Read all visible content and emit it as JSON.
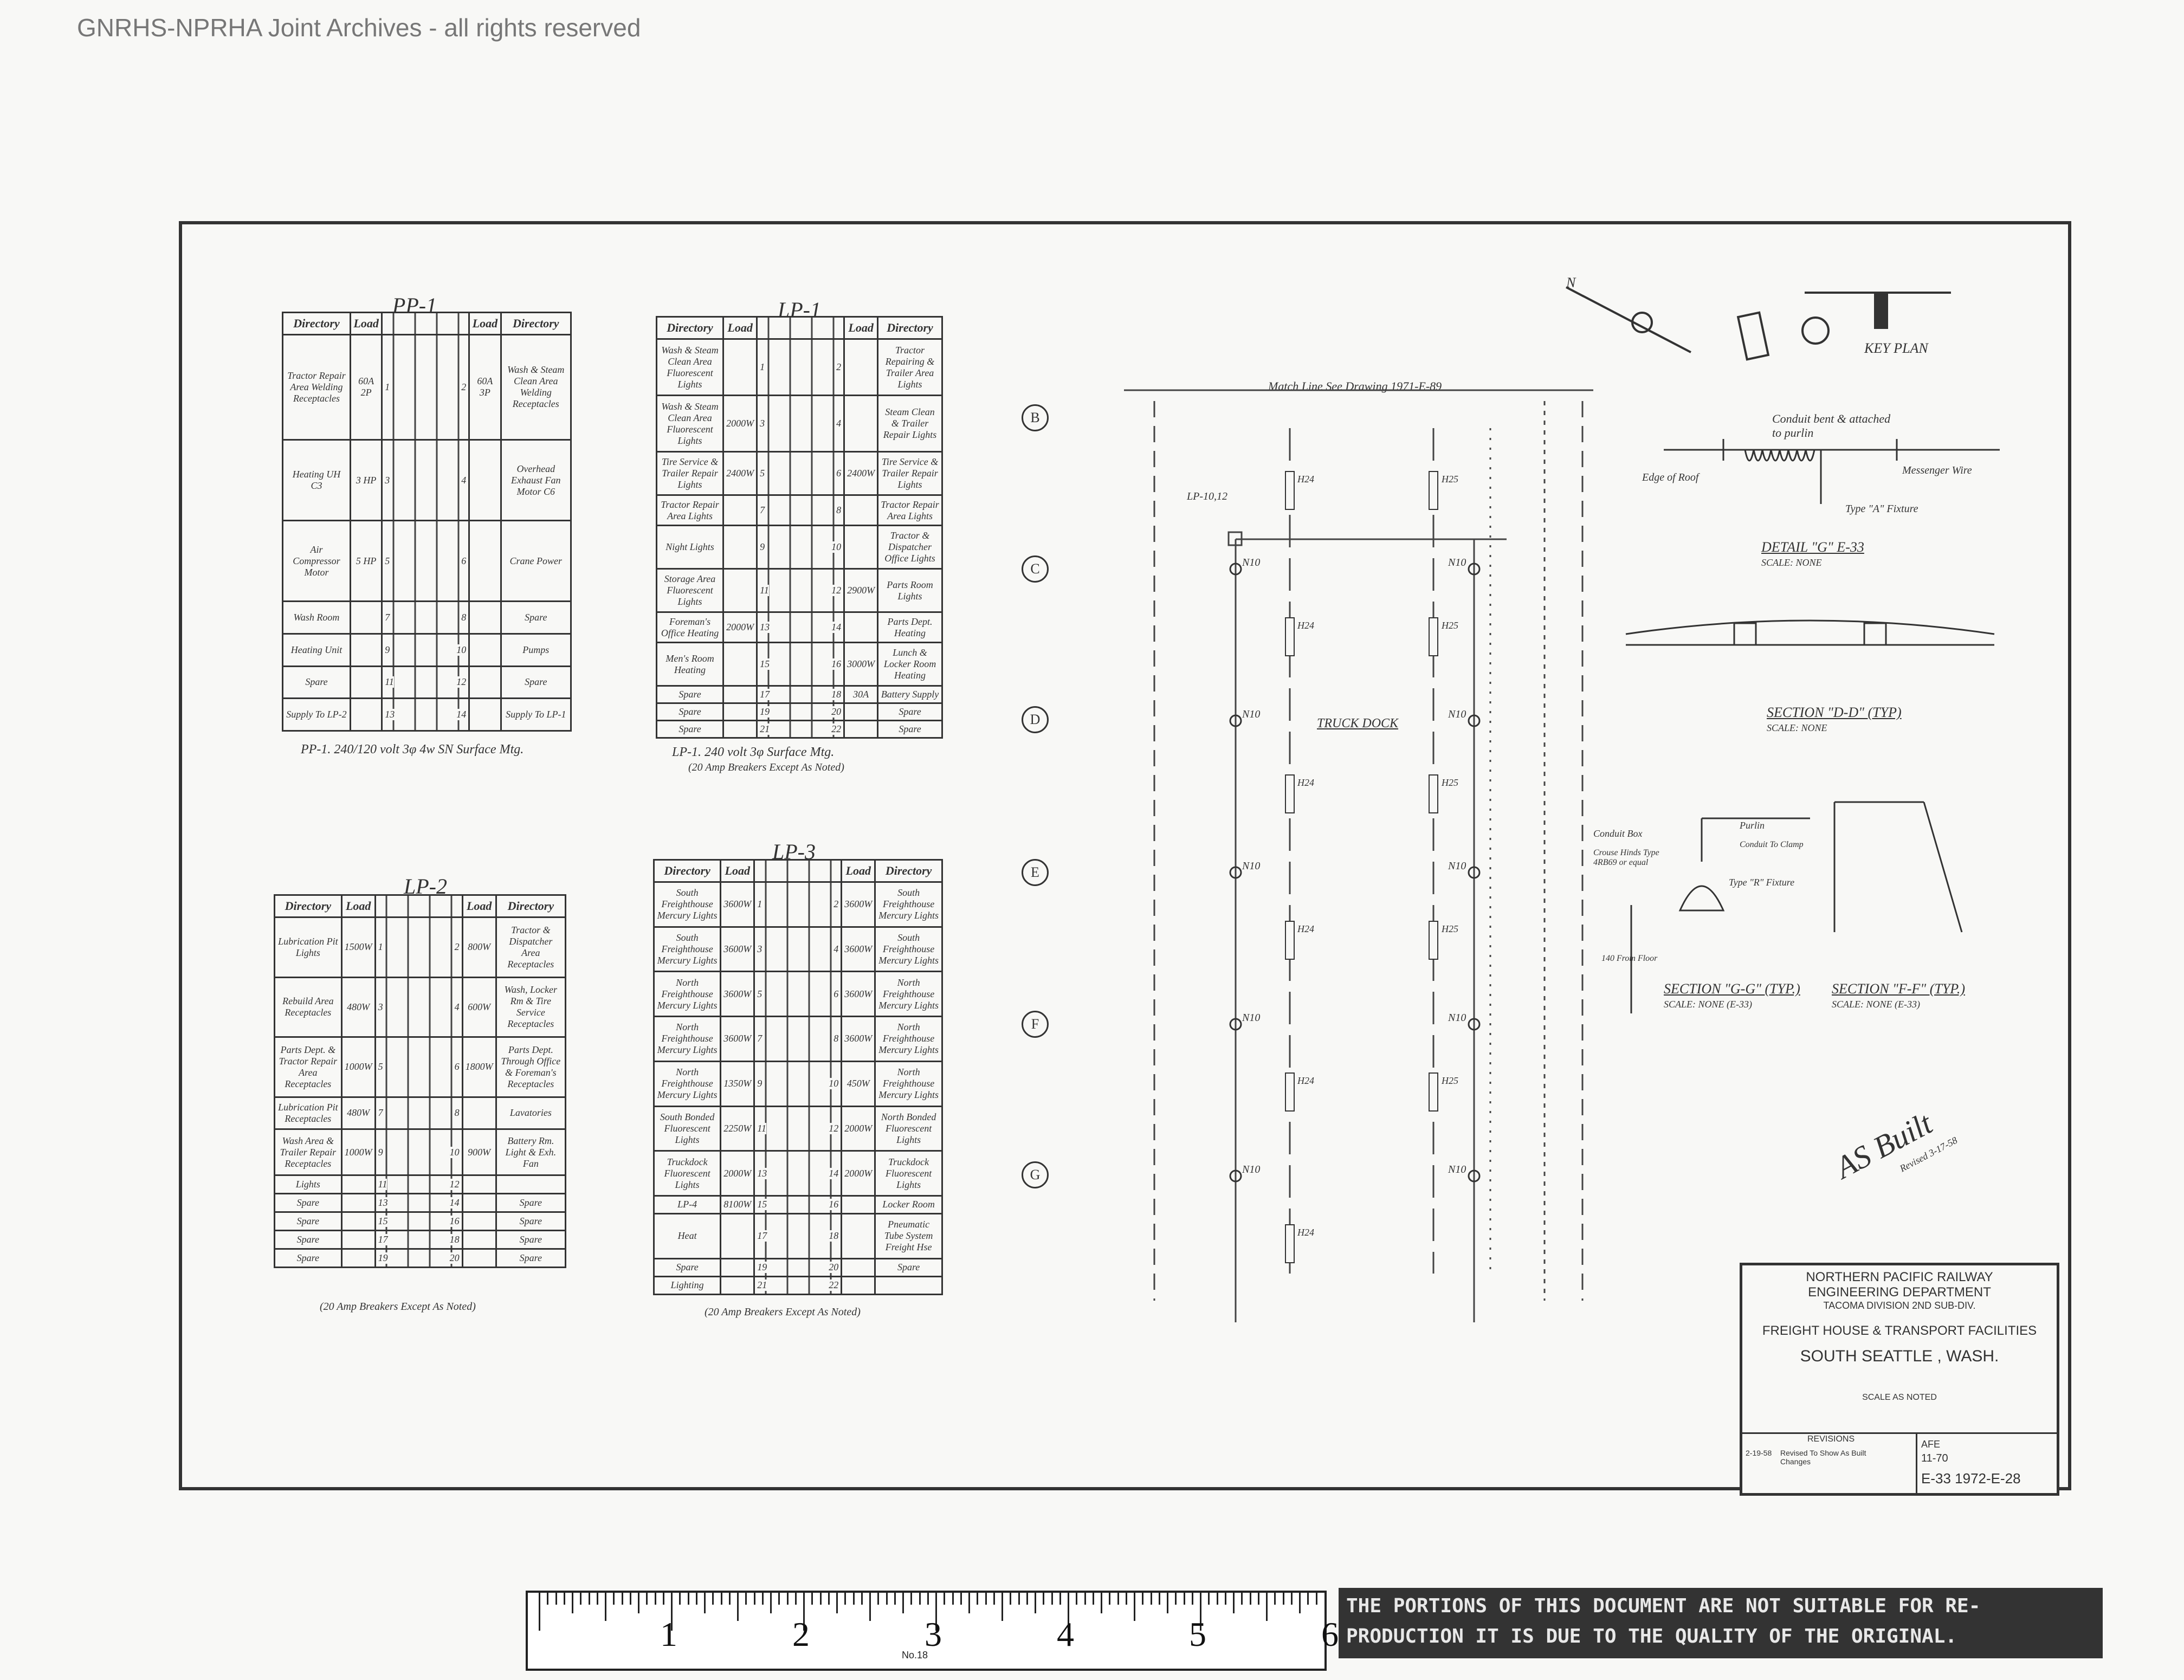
{
  "header": {
    "watermark": "GNRHS-NPRHA Joint Archives - all rights reserved"
  },
  "panels": {
    "pp1": {
      "title": "PP-1",
      "caption": "PP-1. 240/120 volt 3φ 4w SN Surface Mtg.",
      "headers": [
        "Directory",
        "Load",
        "Load",
        "Directory"
      ],
      "rows": [
        {
          "ld": "Tractor Repair Area Welding Receptacles",
          "l1": "60A 2P",
          "n1": "1",
          "n2": "2",
          "l2": "60A 3P",
          "rd": "Wash & Steam Clean Area Welding Receptacles"
        },
        {
          "ld": "Heating UH C3",
          "l1": "3 HP",
          "n1": "3",
          "n2": "4",
          "l2": "",
          "rd": "Overhead Exhaust Fan Motor C6"
        },
        {
          "ld": "Air Compressor Motor",
          "l1": "5 HP",
          "n1": "5",
          "n2": "6",
          "l2": "",
          "rd": "Crane Power"
        },
        {
          "ld": "Wash Room",
          "l1": "",
          "n1": "7",
          "n2": "8",
          "l2": "",
          "rd": "Spare"
        },
        {
          "ld": "Heating Unit",
          "l1": "",
          "n1": "9",
          "n2": "10",
          "l2": "",
          "rd": "Pumps"
        },
        {
          "ld": "Spare",
          "l1": "",
          "n1": "11",
          "n2": "12",
          "l2": "",
          "rd": "Spare"
        },
        {
          "ld": "Supply To LP-2",
          "l1": "",
          "n1": "13",
          "n2": "14",
          "l2": "",
          "rd": "Supply To LP-1"
        }
      ]
    },
    "lp1": {
      "title": "LP-1",
      "caption": "LP-1. 240 volt 3φ Surface Mtg.",
      "caption2": "(20 Amp Breakers Except As Noted)",
      "headers": [
        "Directory",
        "Load",
        "Load",
        "Directory"
      ],
      "rows": [
        {
          "ld": "Wash & Steam Clean Area Fluorescent Lights",
          "l1": "",
          "n1": "1",
          "n2": "2",
          "l2": "",
          "rd": "Tractor Repairing & Trailer Area Lights"
        },
        {
          "ld": "Wash & Steam Clean Area Fluorescent Lights",
          "l1": "2000W",
          "n1": "3",
          "n2": "4",
          "l2": "",
          "rd": "Steam Clean & Trailer Repair Lights"
        },
        {
          "ld": "Tire Service & Trailer Repair Lights",
          "l1": "2400W",
          "n1": "5",
          "n2": "6",
          "l2": "2400W",
          "rd": "Tire Service & Trailer Repair Lights"
        },
        {
          "ld": "Tractor Repair Area Lights",
          "l1": "",
          "n1": "7",
          "n2": "8",
          "l2": "",
          "rd": "Tractor Repair Area Lights"
        },
        {
          "ld": "Night Lights",
          "l1": "",
          "n1": "9",
          "n2": "10",
          "l2": "",
          "rd": "Tractor & Dispatcher Office Lights"
        },
        {
          "ld": "Storage Area Fluorescent Lights",
          "l1": "",
          "n1": "11",
          "n2": "12",
          "l2": "2900W",
          "rd": "Parts Room Lights"
        },
        {
          "ld": "Foreman's Office Heating",
          "l1": "2000W",
          "n1": "13",
          "n2": "14",
          "l2": "",
          "rd": "Parts Dept. Heating"
        },
        {
          "ld": "Men's Room Heating",
          "l1": "",
          "n1": "15",
          "n2": "16",
          "l2": "3000W",
          "rd": "Lunch & Locker Room Heating"
        },
        {
          "ld": "Spare",
          "l1": "",
          "n1": "17",
          "n2": "18",
          "l2": "30A",
          "rd": "Battery Supply"
        },
        {
          "ld": "Spare",
          "l1": "",
          "n1": "19",
          "n2": "20",
          "l2": "",
          "rd": "Spare"
        },
        {
          "ld": "Spare",
          "l1": "",
          "n1": "21",
          "n2": "22",
          "l2": "",
          "rd": "Spare"
        }
      ]
    },
    "lp2": {
      "title": "LP-2",
      "caption": "(20 Amp Breakers Except As Noted)",
      "headers": [
        "Directory",
        "Load",
        "Load",
        "Directory"
      ],
      "rows": [
        {
          "ld": "Lubrication Pit Lights",
          "l1": "1500W",
          "n1": "1",
          "n2": "2",
          "l2": "800W",
          "rd": "Tractor & Dispatcher Area Receptacles"
        },
        {
          "ld": "Rebuild Area Receptacles",
          "l1": "480W",
          "n1": "3",
          "n2": "4",
          "l2": "600W",
          "rd": "Wash, Locker Rm & Tire Service Receptacles"
        },
        {
          "ld": "Parts Dept. & Tractor Repair Area Receptacles",
          "l1": "1000W",
          "n1": "5",
          "n2": "6",
          "l2": "1800W",
          "rd": "Parts Dept. Through Office & Foreman's Receptacles"
        },
        {
          "ld": "Lubrication Pit Receptacles",
          "l1": "480W",
          "n1": "7",
          "n2": "8",
          "l2": "",
          "rd": "Lavatories"
        },
        {
          "ld": "Wash Area & Trailer Repair Receptacles",
          "l1": "1000W",
          "n1": "9",
          "n2": "10",
          "l2": "900W",
          "rd": "Battery Rm. Light & Exh. Fan"
        },
        {
          "ld": "Lights",
          "l1": "",
          "n1": "11",
          "n2": "12",
          "l2": "",
          "rd": ""
        },
        {
          "ld": "Spare",
          "l1": "",
          "n1": "13",
          "n2": "14",
          "l2": "",
          "rd": "Spare"
        },
        {
          "ld": "Spare",
          "l1": "",
          "n1": "15",
          "n2": "16",
          "l2": "",
          "rd": "Spare"
        },
        {
          "ld": "Spare",
          "l1": "",
          "n1": "17",
          "n2": "18",
          "l2": "",
          "rd": "Spare"
        },
        {
          "ld": "Spare",
          "l1": "",
          "n1": "19",
          "n2": "20",
          "l2": "",
          "rd": "Spare"
        }
      ]
    },
    "lp3": {
      "title": "LP-3",
      "caption": "(20 Amp Breakers Except As Noted)",
      "headers": [
        "Directory",
        "Load",
        "Load",
        "Directory"
      ],
      "rows": [
        {
          "ld": "South Freighthouse Mercury Lights",
          "l1": "3600W",
          "n1": "1",
          "n2": "2",
          "l2": "3600W",
          "rd": "South Freighthouse Mercury Lights"
        },
        {
          "ld": "South Freighthouse Mercury Lights",
          "l1": "3600W",
          "n1": "3",
          "n2": "4",
          "l2": "3600W",
          "rd": "South Freighthouse Mercury Lights"
        },
        {
          "ld": "North Freighthouse Mercury Lights",
          "l1": "3600W",
          "n1": "5",
          "n2": "6",
          "l2": "3600W",
          "rd": "North Freighthouse Mercury Lights"
        },
        {
          "ld": "North Freighthouse Mercury Lights",
          "l1": "3600W",
          "n1": "7",
          "n2": "8",
          "l2": "3600W",
          "rd": "North Freighthouse Mercury Lights"
        },
        {
          "ld": "North Freighthouse Mercury Lights",
          "l1": "1350W",
          "n1": "9",
          "n2": "10",
          "l2": "450W",
          "rd": "North Freighthouse Mercury Lights"
        },
        {
          "ld": "South Bonded Fluorescent Lights",
          "l1": "2250W",
          "n1": "11",
          "n2": "12",
          "l2": "2000W",
          "rd": "North Bonded Fluorescent Lights"
        },
        {
          "ld": "Truckdock Fluorescent Lights",
          "l1": "2000W",
          "n1": "13",
          "n2": "14",
          "l2": "2000W",
          "rd": "Truckdock Fluorescent Lights"
        },
        {
          "ld": "LP-4",
          "l1": "8100W",
          "n1": "15",
          "n2": "16",
          "l2": "",
          "rd": "Locker Room"
        },
        {
          "ld": "Heat",
          "l1": "",
          "n1": "17",
          "n2": "18",
          "l2": "",
          "rd": "Pneumatic Tube System Freight Hse"
        },
        {
          "ld": "Spare",
          "l1": "",
          "n1": "19",
          "n2": "20",
          "l2": "",
          "rd": "Spare"
        },
        {
          "ld": "Lighting",
          "l1": "",
          "n1": "21",
          "n2": "22",
          "l2": "",
          "rd": ""
        }
      ]
    }
  },
  "plan": {
    "ref_note": "Match Line See Drawing 1971-E-89",
    "lp_label": "LP-10,12",
    "truck_label": "TRUCK DOCK",
    "grid": [
      "B",
      "C",
      "D",
      "E",
      "F",
      "G"
    ],
    "fixture_left": [
      "N10",
      "N10",
      "N10",
      "N10",
      "N10"
    ],
    "fixture_right": [
      "N10",
      "N10",
      "N10",
      "N10",
      "N10"
    ],
    "circuit_left": [
      "H24",
      "H24",
      "H24",
      "H24",
      "H24",
      "H24"
    ],
    "circuit_right": [
      "H25",
      "H25",
      "H25",
      "H25",
      "H25"
    ]
  },
  "details": {
    "plan_title": "KEY PLAN",
    "conduit_note": "Conduit bent & attached to purlin",
    "edge_of_roof": "Edge of Roof",
    "messenger": "Messenger Wire",
    "type_fixture": "Type \"A\" Fixture",
    "detail_title": "DETAIL \"G\" E-33",
    "scale_none": "SCALE: NONE",
    "section_d_title": "SECTION \"D-D\" (TYP)",
    "outlet_box": "Conduit Box",
    "crouse_hinds": "Crouse Hinds Type 4RB69 or equal",
    "purlin": "Purlin",
    "conduit_clamp": "Conduit To Clamp",
    "type_r": "Type \"R\" Fixture",
    "floor_note": "140 From Floor",
    "section_g_title": "SECTION \"G-G\" (TYP.)",
    "section_g_scale": "SCALE: NONE (E-33)",
    "section_f_title": "SECTION \"F-F\" (TYP.)",
    "section_f_scale": "SCALE: NONE (E-33)",
    "as_built": "AS Built",
    "as_built_note": "Revised 3-17-58"
  },
  "title_block": {
    "line1": "NORTHERN PACIFIC RAILWAY",
    "line2": "ENGINEERING DEPARTMENT",
    "line3": "TACOMA DIVISION     2ND SUB-DIV.",
    "line4": "FREIGHT HOUSE & TRANSPORT FACILITIES",
    "line5": "SOUTH SEATTLE , WASH.",
    "scale_line": "SCALE AS NOTED",
    "revisions_label": "REVISIONS",
    "rev_date": "2-19-58",
    "rev_note": "Revised To Show As Built Changes",
    "afe_label": "AFE",
    "afe_value": "11-70",
    "drawing_no": "E-33 1972-E-28"
  },
  "ruler": {
    "numbers": [
      "1",
      "2",
      "3",
      "4",
      "5",
      "6"
    ],
    "label": "No.18"
  },
  "warning": {
    "text": "THE PORTIONS OF THIS DOCUMENT ARE NOT SUITABLE FOR RE-PRODUCTION IT IS DUE TO THE QUALITY OF THE ORIGINAL."
  }
}
